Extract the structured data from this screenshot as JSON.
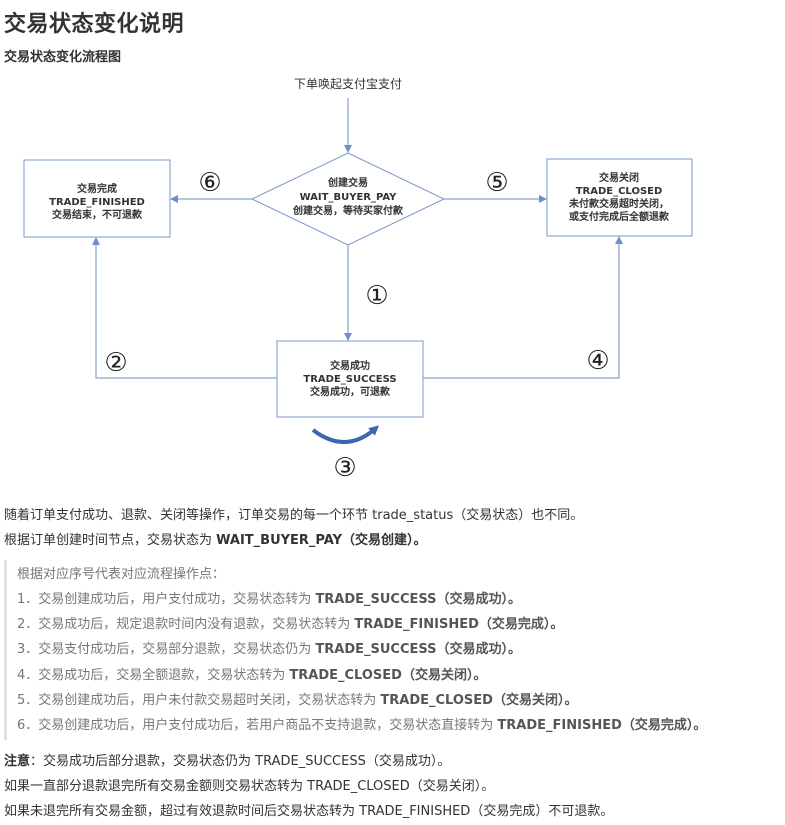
{
  "page_title": "交易状态变化说明",
  "subtitle": "交易状态变化流程图",
  "diagram": {
    "start_label": "下单唤起支付宝支付",
    "create": {
      "line1": "创建交易",
      "line2": "WAIT_BUYER_PAY",
      "line3": "创建交易，等待买家付款"
    },
    "finished": {
      "line1": "交易完成",
      "line2": "TRADE_FINISHED",
      "line3": "交易结束，不可退款"
    },
    "closed": {
      "line1": "交易关闭",
      "line2": "TRADE_CLOSED",
      "line3": "未付款交易超时关闭，",
      "line4": "或支付完成后全额退款"
    },
    "success": {
      "line1": "交易成功",
      "line2": "TRADE_SUCCESS",
      "line3": "交易成功，可退款"
    },
    "markers": [
      "①",
      "②",
      "③",
      "④",
      "⑤",
      "⑥"
    ]
  },
  "intro": {
    "line1": "随着订单支付成功、退款、关闭等操作，订单交易的每一个环节 trade_status（交易状态）也不同。",
    "line2_prefix": "根据订单创建时间节点，交易状态为 ",
    "line2_status": "WAIT_BUYER_PAY（交易创建）",
    "line2_suffix": "。"
  },
  "steps": {
    "heading": "根据对应序号代表对应流程操作点：",
    "items": [
      {
        "text": "1．交易创建成功后，用户支付成功，交易状态转为 ",
        "status": "TRADE_SUCCESS（交易成功）",
        "end": "。"
      },
      {
        "text": "2．交易成功后，规定退款时间内没有退款，交易状态转为 ",
        "status": "TRADE_FINISHED（交易完成）",
        "end": "。"
      },
      {
        "text": "3．交易支付成功后，交易部分退款，交易状态仍为 ",
        "status": "TRADE_SUCCESS（交易成功）",
        "end": "。"
      },
      {
        "text": "4．交易成功后，交易全额退款，交易状态转为 ",
        "status": "TRADE_CLOSED（交易关闭）",
        "end": "。"
      },
      {
        "text": "5．交易创建成功后，用户未付款交易超时关闭，交易状态转为 ",
        "status": "TRADE_CLOSED（交易关闭）",
        "end": "。"
      },
      {
        "text": "6．交易创建成功后，用户支付成功后，若用户商品不支持退款，交易状态直接转为 ",
        "status": "TRADE_FINISHED（交易完成）",
        "end": "。"
      }
    ]
  },
  "notes": {
    "label": "注意",
    "line1_rest": "：交易成功后部分退款，交易状态仍为 TRADE_SUCCESS（交易成功）。",
    "line2": "如果一直部分退款退完所有交易金额则交易状态转为 TRADE_CLOSED（交易关闭）。",
    "line3": "如果未退完所有交易金额，超过有效退款时间后交易状态转为 TRADE_FINISHED（交易完成）不可退款。"
  },
  "colors": {
    "box_border": "#7a98c9",
    "arrow": "#6f8fc7",
    "loop_arrow": "#3f67b0",
    "text": "#333333",
    "muted": "#777777",
    "quote_border": "#dfe2e5"
  }
}
